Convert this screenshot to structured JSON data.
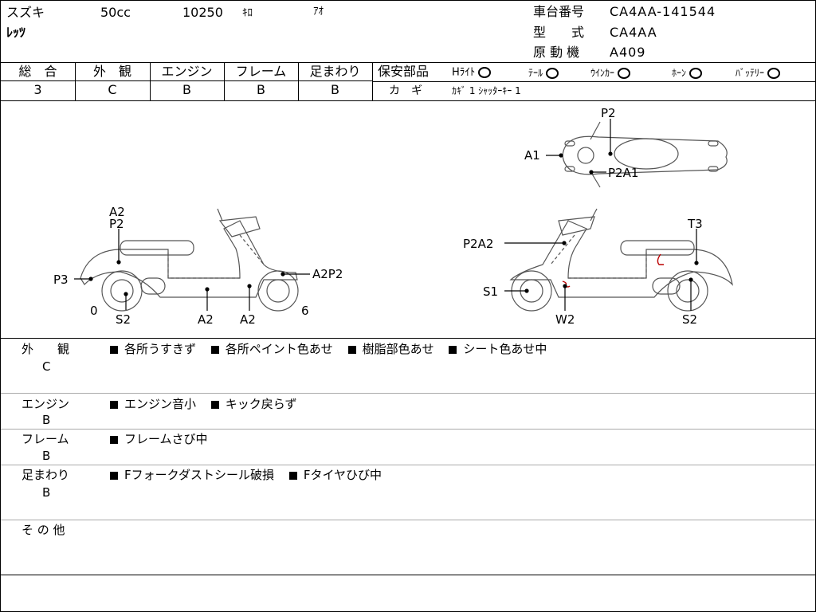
{
  "header": {
    "maker": "スズキ",
    "displacement": "50cc",
    "mileage": "10250",
    "mileage_unit": "ｷﾛ",
    "color": "ｱｵ",
    "model_name": "ﾚｯﾂ",
    "frame_no_label": "車台番号",
    "frame_no": "CA4AA-141544",
    "type_label": "型　　式",
    "type_value": "CA4AA",
    "engine_label": "原 動 機",
    "engine_value": "A409"
  },
  "grades": [
    {
      "label": "総　合",
      "value": "3"
    },
    {
      "label": "外　観",
      "value": "C"
    },
    {
      "label": "エンジン",
      "value": "B"
    },
    {
      "label": "フレーム",
      "value": "B"
    },
    {
      "label": "足まわり",
      "value": "B"
    }
  ],
  "safety": {
    "label": "保安部品",
    "items": [
      {
        "label": "Hﾗｲﾄ",
        "mark": "O"
      },
      {
        "label": "ﾃｰﾙ",
        "mark": "O"
      },
      {
        "label": "ｳｲﾝｶｰ",
        "mark": "O"
      },
      {
        "label": "ﾎｰﾝ",
        "mark": "O"
      },
      {
        "label": "ﾊﾞｯﾃﾘｰ",
        "mark": "O"
      }
    ],
    "key_label": "カ　ギ",
    "key_value": "ｶｷﾞ 1 ｼｬｯﾀｰｷｰ 1"
  },
  "diagram_labels": {
    "left": {
      "a2_top": "A2",
      "p2_top": "P2",
      "p3": "P3",
      "a2p2": "A2P2",
      "zero": "0",
      "six": "6",
      "s2": "S2",
      "a2_bottom_1": "A2",
      "a2_bottom_2": "A2"
    },
    "top": {
      "p2": "P2",
      "a1": "A1",
      "p2a1": "P2A1"
    },
    "right": {
      "p2a2": "P2A2",
      "t3": "T3",
      "s1": "S1",
      "w2": "W2",
      "s2": "S2"
    }
  },
  "remarks": [
    {
      "label": "外　　観",
      "grade": "C",
      "items": [
        "各所うすきず",
        "各所ペイント色あせ",
        "樹脂部色あせ",
        "シート色あせ中"
      ]
    },
    {
      "label": "エンジン",
      "grade": "B",
      "items": [
        "エンジン音小",
        "キック戻らず"
      ]
    },
    {
      "label": "フレーム",
      "grade": "B",
      "items": [
        "フレームさび中"
      ]
    },
    {
      "label": "足まわり",
      "grade": "B",
      "items": [
        "Fフォークダストシール破損",
        "Fタイヤひび中"
      ]
    },
    {
      "label": "そ の 他",
      "grade": "",
      "items": []
    }
  ]
}
